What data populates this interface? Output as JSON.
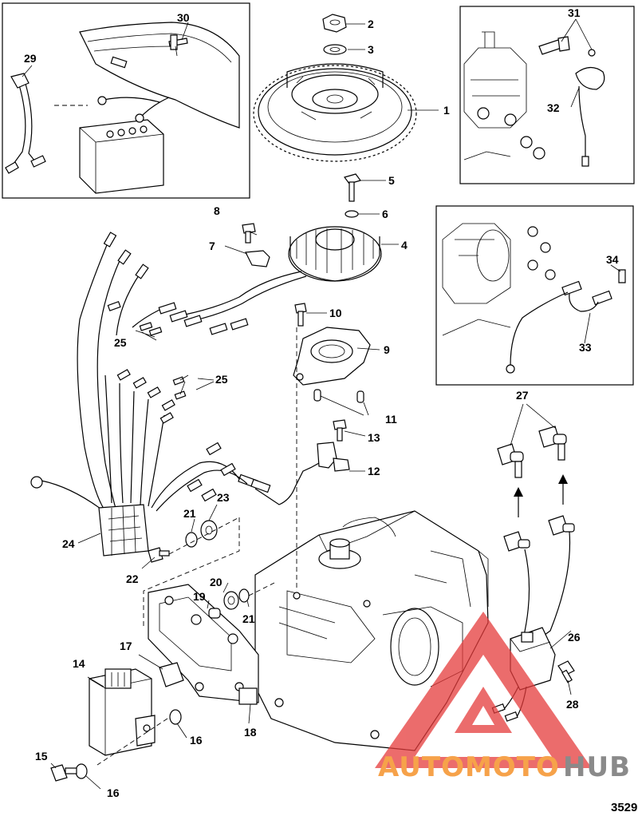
{
  "callouts": [
    "1",
    "2",
    "3",
    "4",
    "5",
    "6",
    "7",
    "8",
    "9",
    "10",
    "11",
    "12",
    "13",
    "14",
    "15",
    "16",
    "16",
    "17",
    "18",
    "19",
    "20",
    "21",
    "21",
    "22",
    "23",
    "24",
    "25",
    "25",
    "26",
    "27",
    "28",
    "29",
    "30",
    "31",
    "32",
    "33",
    "34"
  ],
  "figure_number": "3529",
  "watermark": {
    "prefix": "AUTOMOTO",
    "suffix": "HUB",
    "prefix_color": "#f6a24a",
    "suffix_color": "#8a8a8a",
    "logo_color": "#e53b3b"
  }
}
